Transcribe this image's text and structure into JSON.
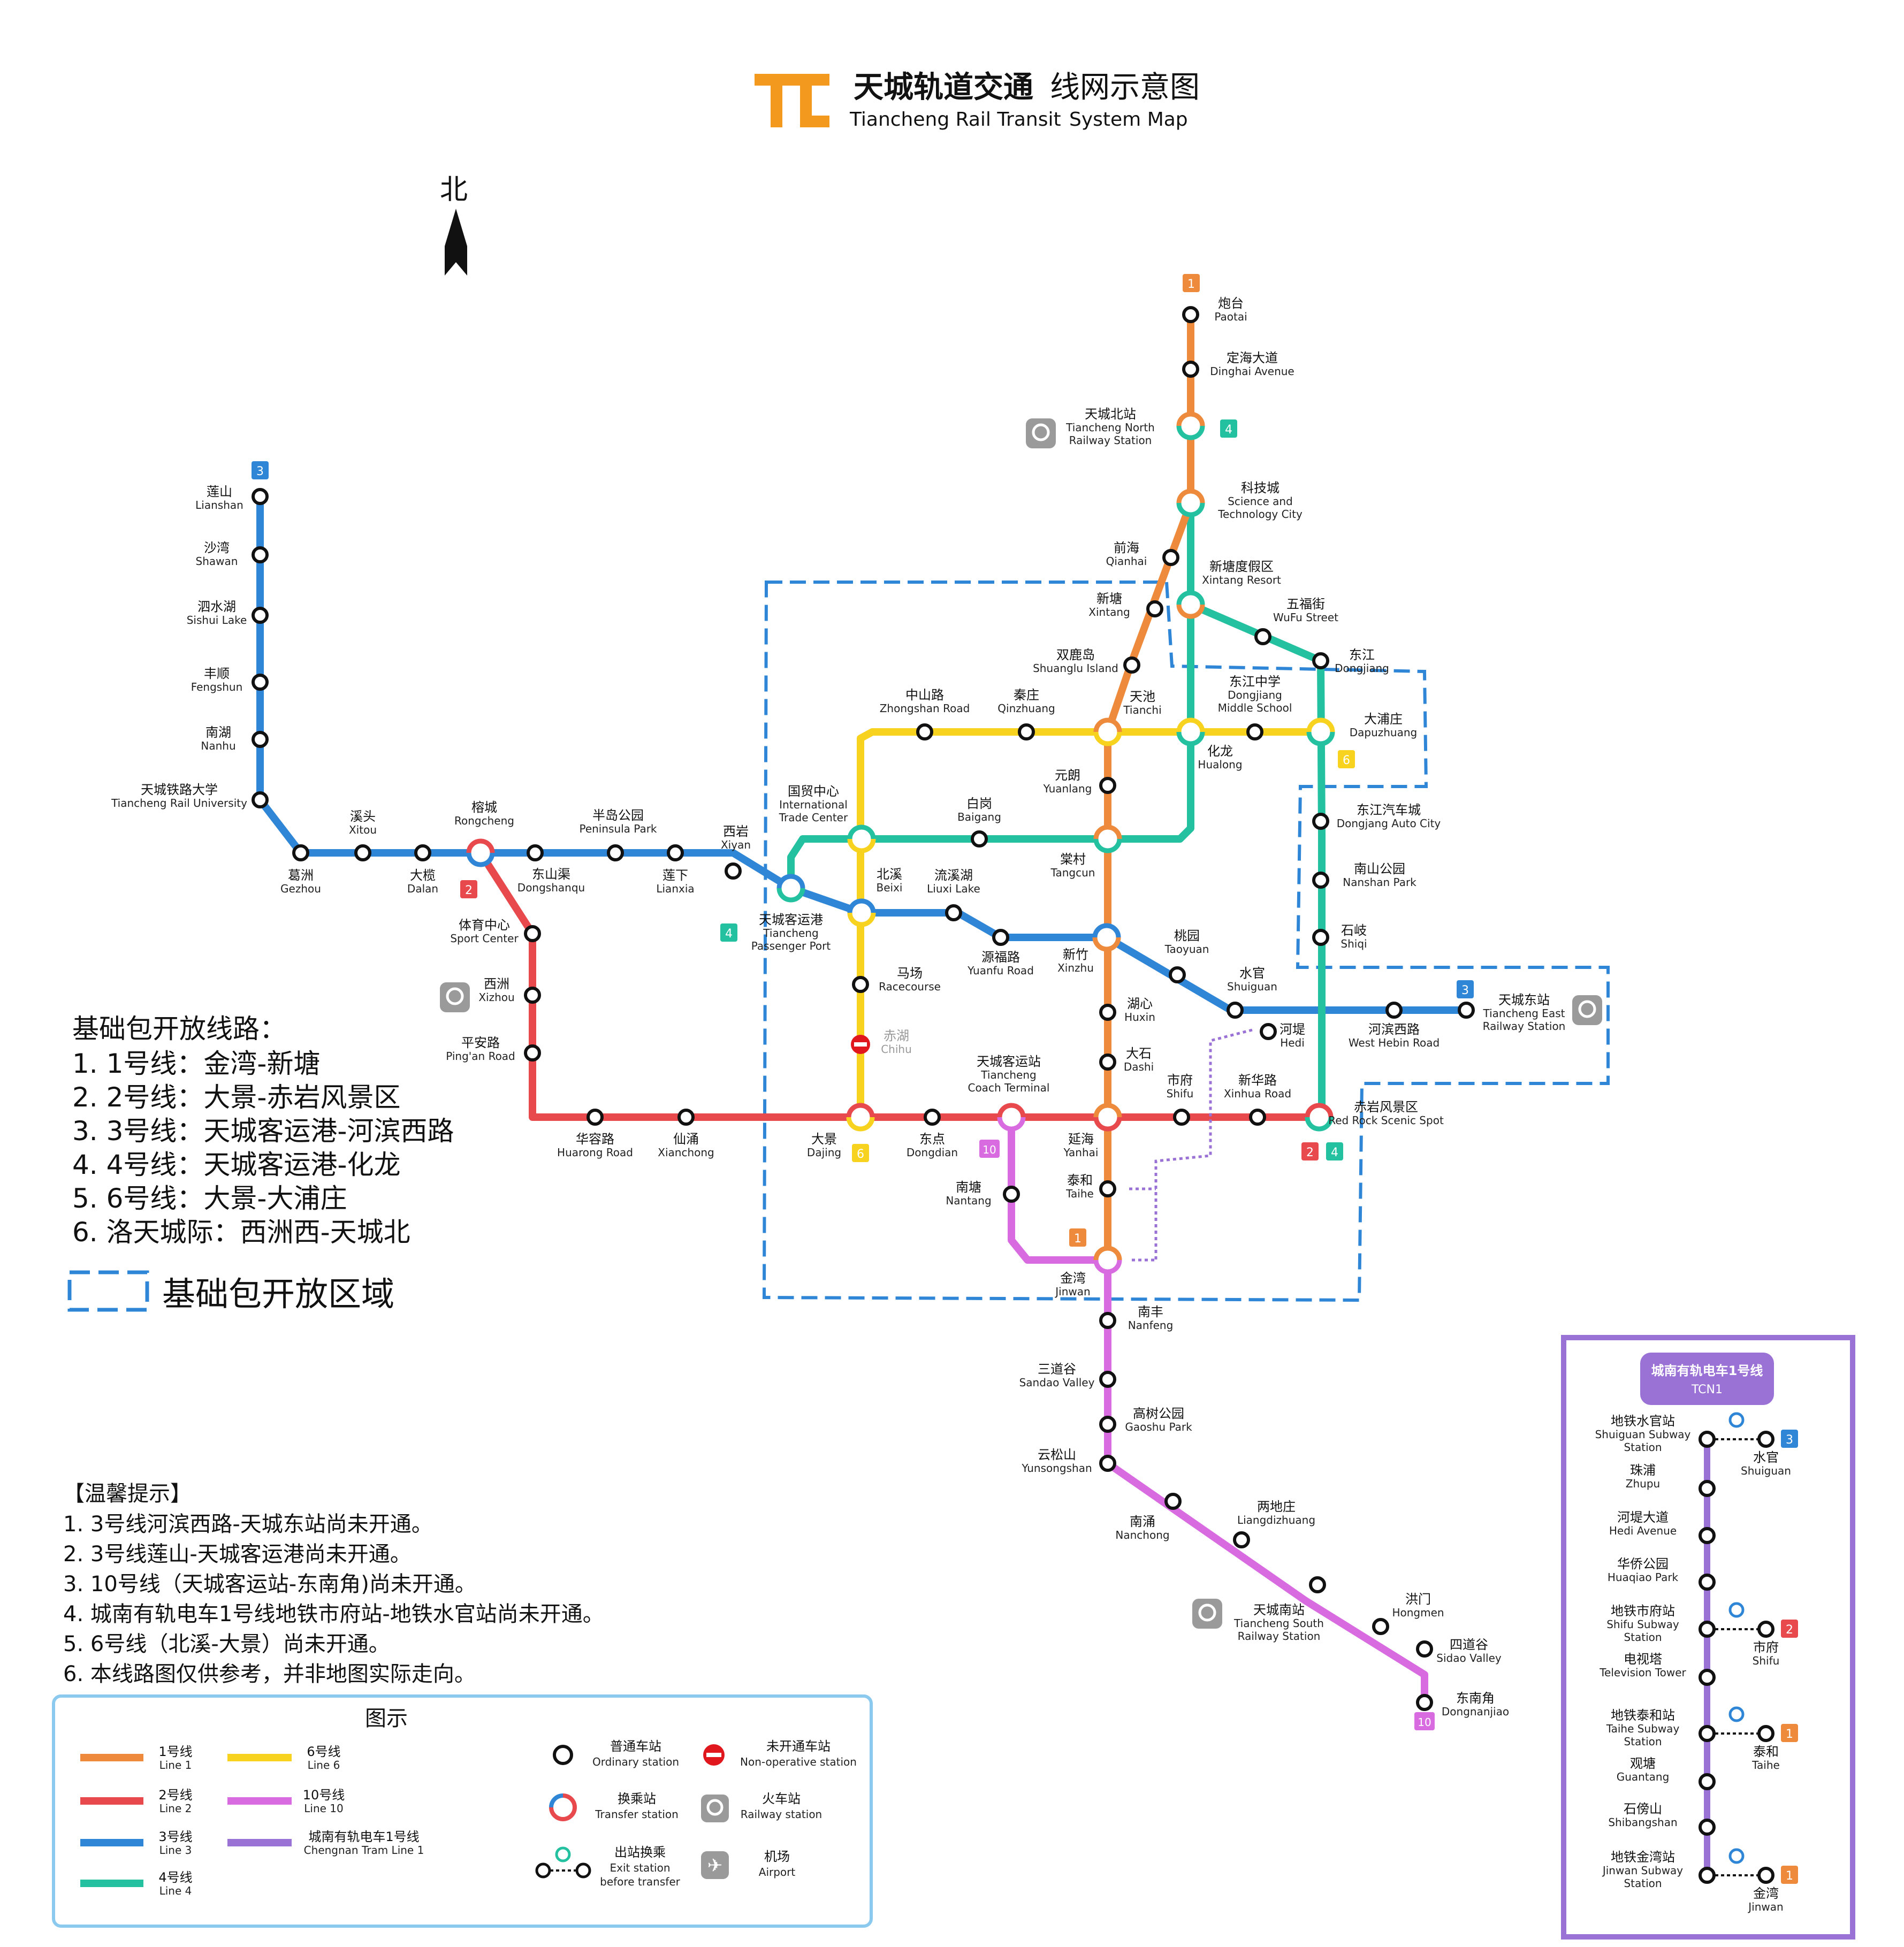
{
  "header": {
    "title_cn": "天城轨道交通",
    "subtitle_cn": "线网示意图",
    "title_en": "Tiancheng Rail Transit",
    "subtitle_en": "System Map"
  },
  "north_label": "北",
  "colors": {
    "line1": "#EE8A3C",
    "line2": "#E8494D",
    "line3": "#2F86D6",
    "line4": "#23C1A0",
    "line6": "#F7D21E",
    "line10": "#D86BE0",
    "tram": "#9A72D6",
    "zone": "#2F86D6"
  },
  "line_badges": [
    "1",
    "2",
    "3",
    "4",
    "6",
    "10"
  ],
  "stations": [
    {
      "id": "paotai",
      "cn": "炮台",
      "en": "Paotai"
    },
    {
      "id": "dinghai",
      "cn": "定海大道",
      "en": "Dinghai Avenue"
    },
    {
      "id": "tcnorth",
      "cn": "天城北站",
      "en": "Tiancheng North",
      "en2": "Railway Station"
    },
    {
      "id": "keji",
      "cn": "科技城",
      "en": "Science and",
      "en2": "Technology  City"
    },
    {
      "id": "qianhai",
      "cn": "前海",
      "en": "Qianhai"
    },
    {
      "id": "xintangres",
      "cn": "新塘度假区",
      "en": "Xintang Resort"
    },
    {
      "id": "xintang",
      "cn": "新塘",
      "en": "Xintang"
    },
    {
      "id": "wufu",
      "cn": "五福街",
      "en": "WuFu Street"
    },
    {
      "id": "shuanglu",
      "cn": "双鹿岛",
      "en": "Shuanglu Island"
    },
    {
      "id": "dongjiang",
      "cn": "东江",
      "en": "Dongjiang"
    },
    {
      "id": "zhongshan",
      "cn": "中山路",
      "en": "Zhongshan Road"
    },
    {
      "id": "qinzhuang",
      "cn": "秦庄",
      "en": "Qinzhuang"
    },
    {
      "id": "tianchi",
      "cn": "天池",
      "en": "Tianchi"
    },
    {
      "id": "djms",
      "cn": "东江中学",
      "en": "Dongjiang",
      "en2": "Middle School"
    },
    {
      "id": "dapuzhuang",
      "cn": "大浦庄",
      "en": "Dapuzhuang"
    },
    {
      "id": "hualong",
      "cn": "化龙",
      "en": "Hualong"
    },
    {
      "id": "yuanlang",
      "cn": "元朗",
      "en": "Yuanlang"
    },
    {
      "id": "itc",
      "cn": "国贸中心",
      "en": "International",
      "en2": "Trade Center"
    },
    {
      "id": "baigang",
      "cn": "白岗",
      "en": "Baigang"
    },
    {
      "id": "djauto",
      "cn": "东江汽车城",
      "en": "Dongjang Auto City"
    },
    {
      "id": "tangcun",
      "cn": "棠村",
      "en": "Tangcun"
    },
    {
      "id": "nanshan",
      "cn": "南山公园",
      "en": "Nanshan Park"
    },
    {
      "id": "lianshan",
      "cn": "莲山",
      "en": "Lianshan"
    },
    {
      "id": "shawan",
      "cn": "沙湾",
      "en": "Shawan"
    },
    {
      "id": "sishui",
      "cn": "泗水湖",
      "en": "Sishui Lake"
    },
    {
      "id": "fengshun",
      "cn": "丰顺",
      "en": "Fengshun"
    },
    {
      "id": "nanhu",
      "cn": "南湖",
      "en": "Nanhu"
    },
    {
      "id": "tcru",
      "cn": "天城铁路大学",
      "en": "Tiancheng Rail University"
    },
    {
      "id": "gezhou",
      "cn": "葛洲",
      "en": "Gezhou"
    },
    {
      "id": "xitou",
      "cn": "溪头",
      "en": "Xitou"
    },
    {
      "id": "dalan",
      "cn": "大榄",
      "en": "Dalan"
    },
    {
      "id": "rongcheng",
      "cn": "榕城",
      "en": "Rongcheng"
    },
    {
      "id": "dongshanqu",
      "cn": "东山渠",
      "en": "Dongshanqu"
    },
    {
      "id": "peninsula",
      "cn": "半岛公园",
      "en": "Peninsula Park"
    },
    {
      "id": "lianxia",
      "cn": "莲下",
      "en": "Lianxia"
    },
    {
      "id": "xiyan",
      "cn": "西岩",
      "en": "Xiyan"
    },
    {
      "id": "tcport",
      "cn": "天城客运港",
      "en": "Tiancheng",
      "en2": "Passenger Port"
    },
    {
      "id": "beixi",
      "cn": "北溪",
      "en": "Beixi"
    },
    {
      "id": "liuxi",
      "cn": "流溪湖",
      "en": "Liuxi Lake"
    },
    {
      "id": "yuanfu",
      "cn": "源福路",
      "en": "Yuanfu Road"
    },
    {
      "id": "xinzhu",
      "cn": "新竹",
      "en": "Xinzhu"
    },
    {
      "id": "taoyuan",
      "cn": "桃园",
      "en": "Taoyuan"
    },
    {
      "id": "shiqi",
      "cn": "石岐",
      "en": "Shiqi"
    },
    {
      "id": "sport",
      "cn": "体育中心",
      "en": "Sport Center"
    },
    {
      "id": "racecourse",
      "cn": "马场",
      "en": "Racecourse"
    },
    {
      "id": "shuiguan",
      "cn": "水官",
      "en": "Shuiguan"
    },
    {
      "id": "tceast",
      "cn": "天城东站",
      "en": "Tiancheng East",
      "en2": "Railway Station"
    },
    {
      "id": "xizhou",
      "cn": "西洲",
      "en": "Xizhou"
    },
    {
      "id": "huxin",
      "cn": "湖心",
      "en": "Huxin"
    },
    {
      "id": "hedi",
      "cn": "河堤",
      "en": "Hedi"
    },
    {
      "id": "hebin",
      "cn": "河滨西路",
      "en": "West Hebin Road"
    },
    {
      "id": "pingan",
      "cn": "平安路",
      "en": "Ping'an Road"
    },
    {
      "id": "chihu",
      "cn": "赤湖",
      "en": "Chihu"
    },
    {
      "id": "dashi",
      "cn": "大石",
      "en": "Dashi"
    },
    {
      "id": "coach",
      "cn": "天城客运站",
      "en": "Tiancheng",
      "en2": "Coach Terminal"
    },
    {
      "id": "shifu",
      "cn": "市府",
      "en": "Shifu"
    },
    {
      "id": "xinhua",
      "cn": "新华路",
      "en": "Xinhua Road"
    },
    {
      "id": "redrock",
      "cn": "赤岩风景区",
      "en": "Red Rock Scenic Spot"
    },
    {
      "id": "huarong",
      "cn": "华容路",
      "en": "Huarong Road"
    },
    {
      "id": "xianchong",
      "cn": "仙涌",
      "en": "Xianchong"
    },
    {
      "id": "dajing",
      "cn": "大景",
      "en": "Dajing"
    },
    {
      "id": "dongdian",
      "cn": "东点",
      "en": "Dongdian"
    },
    {
      "id": "yanhai",
      "cn": "延海",
      "en": "Yanhai"
    },
    {
      "id": "taihe",
      "cn": "泰和",
      "en": "Taihe"
    },
    {
      "id": "nantang",
      "cn": "南塘",
      "en": "Nantang"
    },
    {
      "id": "jinwan",
      "cn": "金湾",
      "en": "Jinwan"
    },
    {
      "id": "nanfeng",
      "cn": "南丰",
      "en": "Nanfeng"
    },
    {
      "id": "sandao",
      "cn": "三道谷",
      "en": "Sandao Valley"
    },
    {
      "id": "gaoshu",
      "cn": "高树公园",
      "en": "Gaoshu Park"
    },
    {
      "id": "yunsong",
      "cn": "云松山",
      "en": "Yunsongshan"
    },
    {
      "id": "nanchong",
      "cn": "南涌",
      "en": "Nanchong"
    },
    {
      "id": "liangdi",
      "cn": "两地庄",
      "en": "Liangdizhuang"
    },
    {
      "id": "tcsouth",
      "cn": "天城南站",
      "en": "Tiancheng South",
      "en2": "Railway Station"
    },
    {
      "id": "hongmen",
      "cn": "洪门",
      "en": "Hongmen"
    },
    {
      "id": "sidao",
      "cn": "四道谷",
      "en": "Sidao Valley"
    },
    {
      "id": "dongnan",
      "cn": "东南角",
      "en": "Dongnanjiao"
    }
  ],
  "notes": {
    "open_title": "基础包开放线路：",
    "open_lines": [
      "1. 1号线：金湾-新塘",
      "2. 2号线：大景-赤岩风景区",
      "3. 3号线：天城客运港-河滨西路",
      "4. 4号线：天城客运港-化龙",
      "5. 6号线：大景-大浦庄",
      "6. 洛天城际：西洲西-天城北"
    ],
    "zone_label": "基础包开放区域",
    "tips_title": "【温馨提示】",
    "tips": [
      "1. 3号线河滨西路-天城东站尚未开通。",
      "2. 3号线莲山-天城客运港尚未开通。",
      "3. 10号线（天城客运站-东南角)尚未开通。",
      "4. 城南有轨电车1号线地铁市府站-地铁水官站尚未开通。",
      "5. 6号线（北溪-大景）尚未开通。",
      "6. 本线路图仅供参考，并非地图实际走向。"
    ]
  },
  "legend": {
    "title": "图示",
    "lines": [
      {
        "cn": "1号线",
        "en": "Line 1"
      },
      {
        "cn": "2号线",
        "en": "Line 2"
      },
      {
        "cn": "3号线",
        "en": "Line 3"
      },
      {
        "cn": "4号线",
        "en": "Line 4"
      },
      {
        "cn": "6号线",
        "en": "Line 6"
      },
      {
        "cn": "10号线",
        "en": "Line 10"
      },
      {
        "cn": "城南有轨电车1号线",
        "en": "Chengnan Tram Line 1"
      }
    ],
    "symbols": [
      {
        "cn": "普通车站",
        "en": "Ordinary station"
      },
      {
        "cn": "未开通车站",
        "en": "Non-operative station"
      },
      {
        "cn": "换乘站",
        "en": "Transfer station"
      },
      {
        "cn": "火车站",
        "en": "Railway station"
      },
      {
        "cn": "出站换乘",
        "en": "Exit station",
        "en2": "before transfer"
      },
      {
        "cn": "机场",
        "en": "Airport"
      }
    ]
  },
  "tram": {
    "title": "城南有轨电车1号线",
    "code": "TCN1",
    "stops": [
      {
        "cn": "地铁水官站",
        "en": "Shuiguan Subway",
        "en2": "Station"
      },
      {
        "cn": "珠浦",
        "en": "Zhupu"
      },
      {
        "cn": "河堤大道",
        "en": "Hedi Avenue"
      },
      {
        "cn": "华侨公园",
        "en": "Huaqiao Park"
      },
      {
        "cn": "地铁市府站",
        "en": "Shifu Subway",
        "en2": "Station"
      },
      {
        "cn": "电视塔",
        "en": "Television Tower"
      },
      {
        "cn": "地铁泰和站",
        "en": "Taihe Subway",
        "en2": "Station"
      },
      {
        "cn": "观塘",
        "en": "Guantang"
      },
      {
        "cn": "石傍山",
        "en": "Shibangshan"
      },
      {
        "cn": "地铁金湾站",
        "en": "Jinwan Subway",
        "en2": "Station"
      }
    ],
    "transfers": [
      {
        "cn": "水官",
        "en": "Shuiguan",
        "line": "3"
      },
      {
        "cn": "市府",
        "en": "Shifu",
        "line": "2"
      },
      {
        "cn": "泰和",
        "en": "Taihe",
        "line": "1"
      },
      {
        "cn": "金湾",
        "en": "Jinwan",
        "line": "1"
      }
    ]
  }
}
